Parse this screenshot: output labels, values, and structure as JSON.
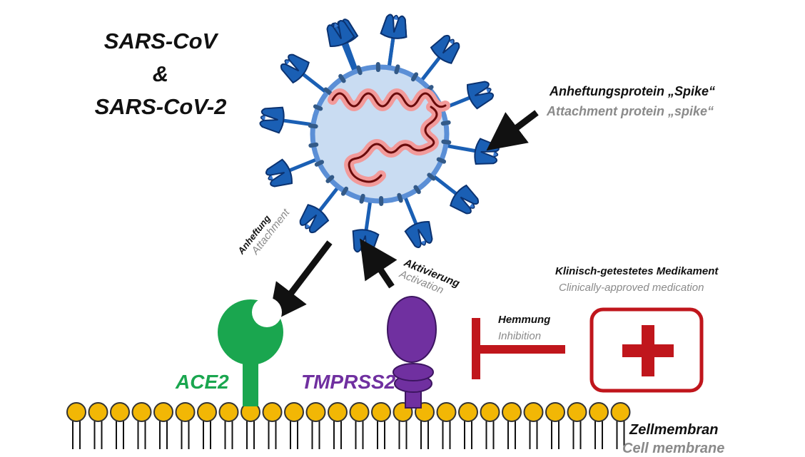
{
  "title": {
    "line1": "SARS-CoV",
    "line2": "&",
    "line3": "SARS-CoV-2"
  },
  "spike_label": {
    "de": "Anheftungsprotein „Spike“",
    "en": "Attachment protein „spike“"
  },
  "attachment_label": {
    "de": "Anheftung",
    "en": "Attachment"
  },
  "activation_label": {
    "de": "Aktivierung",
    "en": "Activation"
  },
  "medication_label": {
    "de": "Klinisch-getestetes Medikament",
    "en": "Clinically-approved medication"
  },
  "inhibition_label": {
    "de": "Hemmung",
    "en": "Inhibition"
  },
  "receptors": {
    "ace2": "ACE2",
    "tmprss2": "TMPRSS2"
  },
  "membrane_label": {
    "de": "Zellmembran",
    "en": "Cell membrane"
  },
  "colors": {
    "virus_envelope": "#c9dcf2",
    "virus_membrane": "#5b8fd6",
    "spike": "#1a5fb4",
    "rna_fill": "#f29a9a",
    "rna_line": "#c0392b",
    "ace2": "#1aa64f",
    "tmprss2": "#7030a0",
    "inhibitor": "#c0161c",
    "lipid_head": "#f2b705"
  }
}
